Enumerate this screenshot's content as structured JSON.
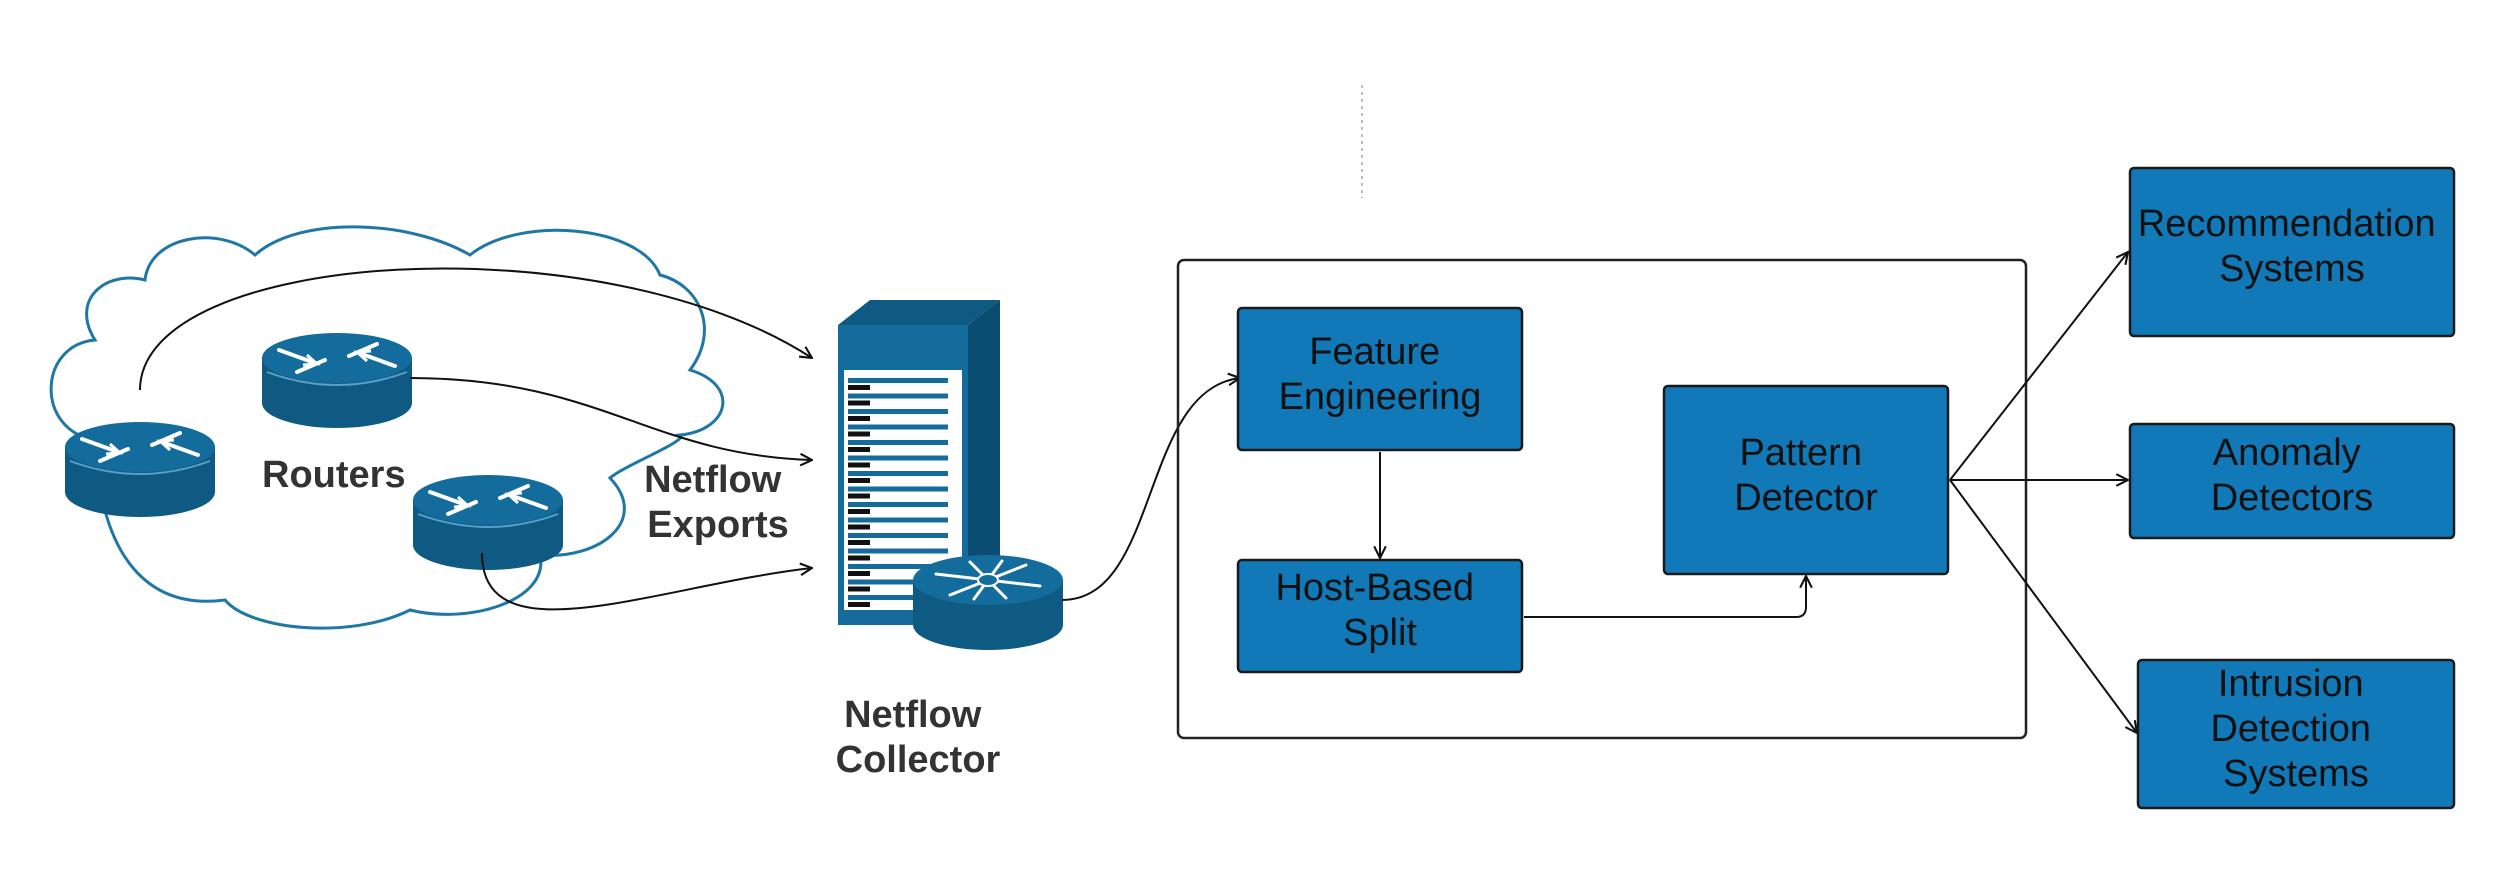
{
  "colors": {
    "box_fill": "#1179b7",
    "box_stroke": "#1a1a1a",
    "device_fill": "#136c9c",
    "device_dark": "#0e5a83",
    "cloud_stroke": "#1f77a6",
    "arrow": "#111111",
    "label": "#333333",
    "divider": "#bbbbbb"
  },
  "labels": {
    "routers": "Routers",
    "netflow_exports": [
      "Netflow",
      "Exports"
    ],
    "netflow_collector": [
      "Netflow",
      "Collector"
    ]
  },
  "pipeline": {
    "feature_engineering": [
      "Feature",
      "Engineering"
    ],
    "host_based_split": [
      "Host-Based",
      "Split"
    ],
    "pattern_detector": [
      "Pattern",
      "Detector"
    ]
  },
  "outputs": {
    "recommendation_systems": [
      "Recommendation",
      "Systems"
    ],
    "anomaly_detectors": [
      "Anomaly",
      "Detectors"
    ],
    "intrusion_detection_systems": [
      "Intrusion",
      "Detection",
      "Systems"
    ]
  },
  "icons": [
    "router-icon",
    "server-rack-icon",
    "switch-icon",
    "cloud-icon"
  ]
}
